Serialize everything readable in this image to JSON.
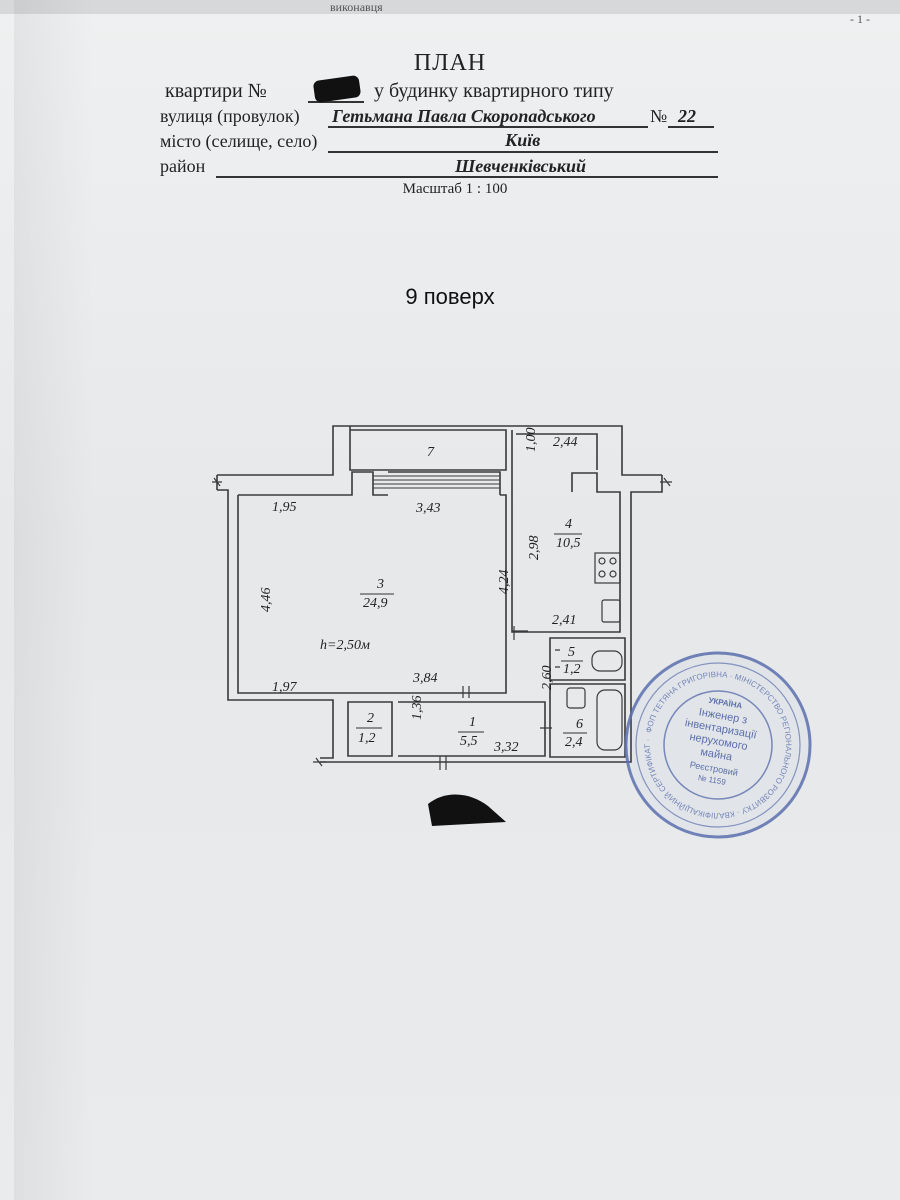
{
  "header": {
    "corner_left": "виконавця",
    "corner_right": "- 1 -",
    "title": "ПЛАН",
    "apartment_prefix": "квартири №",
    "apartment_suffix": "у будинку квартирного типу",
    "street_label": "вулиця (провулок)",
    "street_value": "Гетьмана Павла Скоропадського",
    "house_label": "№",
    "house_value": "22",
    "city_label": "місто (селище, село)",
    "city_value": "Київ",
    "district_label": "район",
    "district_value": "Шевченківський",
    "scale": "Масштаб 1 : 100"
  },
  "floor_label": "9 поверх",
  "plan": {
    "height_label": "h=2,50м",
    "rooms": [
      {
        "number": "1",
        "area": "5,5"
      },
      {
        "number": "2",
        "area": "1,2"
      },
      {
        "number": "3",
        "area": "24,9"
      },
      {
        "number": "4",
        "area": "10,5"
      },
      {
        "number": "5",
        "area": "1,2"
      },
      {
        "number": "6",
        "area": "2,4"
      },
      {
        "number": "7",
        "area": ""
      }
    ],
    "dimensions": {
      "d_1_95": "1,95",
      "d_3_43": "3,43",
      "d_4_46": "4,46",
      "d_4_24": "4,24",
      "d_1_97": "1,97",
      "d_3_84": "3,84",
      "d_1_00": "1,00",
      "d_2_44": "2,44",
      "d_2_98": "2,98",
      "d_2_41": "2,41",
      "d_2_60": "2,60",
      "d_1_36": "1,36",
      "d_3_32": "3,32"
    }
  },
  "stamp": {
    "line1": "УКРАЇНА",
    "line2": "Інженер з",
    "line3": "інвентаризації",
    "line4": "нерухомого",
    "line5": "майна",
    "line6": "Реєстровий",
    "line7": "№ 1159",
    "ring": "ФОП ТЕТЯНА ГРИГОРІВНА · МІНІСТЕРСТВО РЕГІОНАЛЬНОГО РОЗВИТКУ · КВАЛІФІКАЦІЙНИЙ СЕРТИФІКАТ ·",
    "color": "#5b6fae"
  },
  "colors": {
    "ink": "#222222",
    "paper": "#e9ebec"
  }
}
